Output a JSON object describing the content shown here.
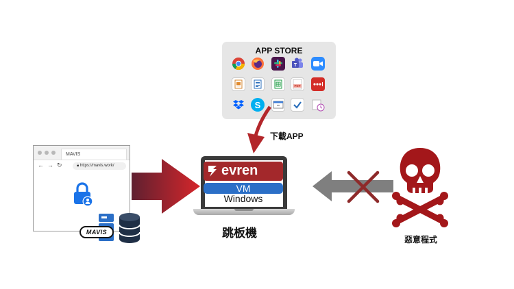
{
  "appstore": {
    "title": "APP STORE",
    "apps": [
      "chrome-icon",
      "firefox-icon",
      "slack-icon",
      "teams-icon",
      "zoom-icon",
      "libreoffice-impress-icon",
      "libreoffice-writer-icon",
      "libreoffice-calc-icon",
      "pdf-icon",
      "lastpass-icon",
      "dropbox-icon",
      "skype-icon",
      "window-app-icon",
      "todo-check-icon",
      "clock-app-icon"
    ]
  },
  "download_label": "下載APP",
  "browser": {
    "tab_label": "MAVIS",
    "url": "https://mavis.work/"
  },
  "mavis_badge": "MAVIS",
  "laptop": {
    "brand": "evren",
    "vm_label": "VM",
    "os_label": "Windows"
  },
  "jump_host_label": "跳板機",
  "malware_label": "惡意程式",
  "colors": {
    "evren_red": "#a3282b",
    "vm_blue": "#2b6fc7",
    "skull_red": "#a3171a",
    "arrow_gray": "#7f7f7f",
    "cross_red": "#8e2a2a"
  }
}
